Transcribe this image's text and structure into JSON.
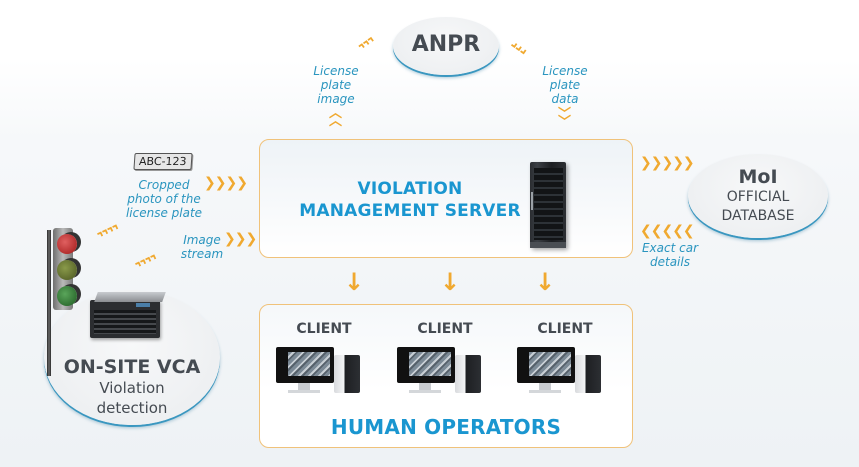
{
  "nodes": {
    "anpr": {
      "title": "ANPR"
    },
    "moi": {
      "title": "MoI",
      "line1": "OFFICIAL",
      "line2": "DATABASE"
    },
    "onsite": {
      "title": "ON-SITE VCA",
      "line1": "Violation",
      "line2": "detection"
    },
    "server": {
      "line1": "VIOLATION",
      "line2": "MANAGEMENT SERVER"
    },
    "operators": {
      "title": "HUMAN OPERATORS",
      "clients": [
        {
          "label": "CLIENT"
        },
        {
          "label": "CLIENT"
        },
        {
          "label": "CLIENT"
        }
      ]
    }
  },
  "captions": {
    "license_plate_image": [
      "License",
      "plate",
      "image"
    ],
    "license_plate_data": [
      "License",
      "plate",
      "data"
    ],
    "cropped_photo": [
      "Cropped",
      "photo of the",
      "license plate"
    ],
    "image_stream": [
      "Image",
      "stream"
    ],
    "exact_car_details": [
      "Exact car",
      "details"
    ]
  },
  "plate_sample": "ABC-123",
  "icons": {
    "chevron_right": "›",
    "chevron_left": "‹",
    "chevron_up": "^",
    "arrow_down": "↓"
  },
  "colors": {
    "accent_orange": "#f0a930",
    "title_blue": "#1a96d0",
    "caption_blue": "#2a95bf",
    "dark_text": "#454b52",
    "box_border": "#f0c27a"
  }
}
